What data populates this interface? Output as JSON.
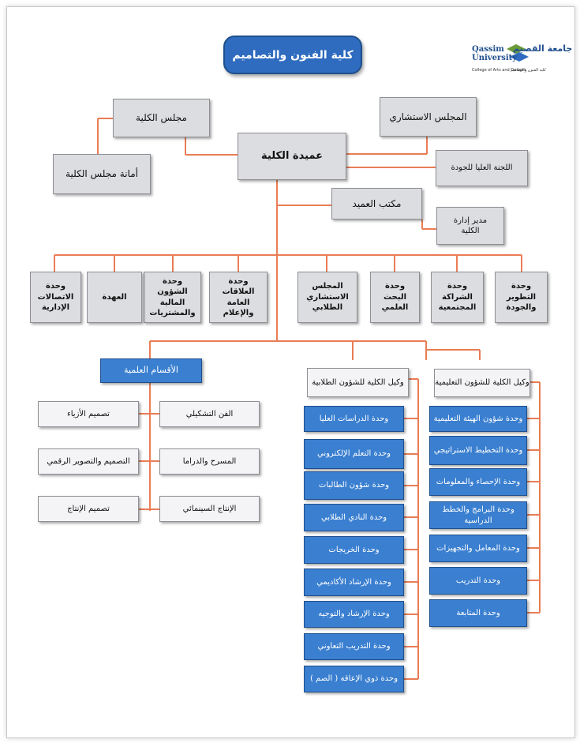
{
  "title": "كلية الفنون والتصاميم",
  "logo": {
    "arabic": "جامعة القصيم",
    "english_line1": "Qassim",
    "english_line2": "University",
    "college_en": "College of Arts and Designs",
    "college_ar": "كلية الفنون والتصاميم"
  },
  "colors": {
    "connector": "#e97d55",
    "blue_box": "#3a7fd0",
    "gray_box": "#dcdde0"
  },
  "top": {
    "college_council": "مجلس الكلية",
    "advisory_council": "المجلس الاستشاري",
    "dean": "عميدة الكلية",
    "council_secretariat": "أمانة مجلس الكلية",
    "quality_committee": "اللجنة العليا للجودة",
    "dean_office": "مكتب العميد",
    "college_director": "مدير إدارة الكلية"
  },
  "units": [
    "وحدة التطوير والجودة",
    "وحدة الشراكة المجتمعية",
    "وحدة البحث العلمي",
    "المجلس الاستشاري الطلابي",
    "وحدة العلاقات العامة والإعلام",
    "وحدة الشؤون المالية والمشتريات",
    "العهدة",
    "وحدة الاتصالات الإدارية"
  ],
  "departments": {
    "header": "الأقسام العلمية",
    "right": [
      "الفن التشكيلي",
      "المسرح والدراما",
      "الإنتاج السينمائي"
    ],
    "left": [
      "تصميم الأزياء",
      "التصميم والتصوير الرقمي",
      "تصميم الإنتاج"
    ]
  },
  "student_affairs": {
    "header": "وكيل الكلية للشؤون الطلابية",
    "items": [
      "وحدة الدراسات العليا",
      "وحدة التعلم الإلكتروني",
      "وحدة شؤون الطالبات",
      "وحدة النادي الطلابي",
      "وحدة الخريجات",
      "وحدة الإرشاد الأكاديمي",
      "وحدة الإرشاد والتوجيه",
      "وحدة التدريب التعاوني",
      "وحدة ذوي الإعاقة ( الصم )"
    ]
  },
  "educational_affairs": {
    "header": "وكيل الكلية للشؤون التعليمية",
    "items": [
      "وحدة شؤون الهيئة التعليمية",
      "وحدة التخطيط الاستراتيجي",
      "وحدة الإحصاء والمعلومات",
      "وحدة البرامج والخطط الدراسية",
      "وحدة المعامل والتجهيزات",
      "وحدة التدريب",
      "وحدة المتابعة"
    ]
  }
}
